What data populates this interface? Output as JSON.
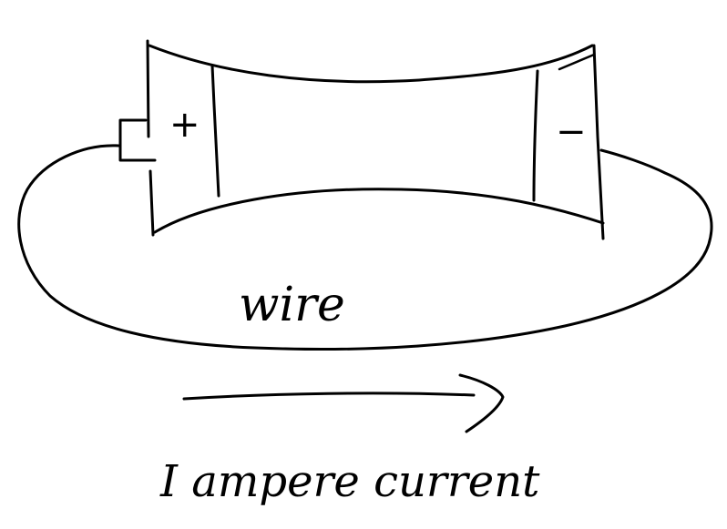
{
  "battery": {
    "positive_label": "+",
    "negative_label": "−"
  },
  "wire": {
    "label": "wire"
  },
  "current": {
    "label": "I ampere current",
    "arrow_direction": "right"
  },
  "colors": {
    "ink": "#000000",
    "background": "#ffffff"
  }
}
